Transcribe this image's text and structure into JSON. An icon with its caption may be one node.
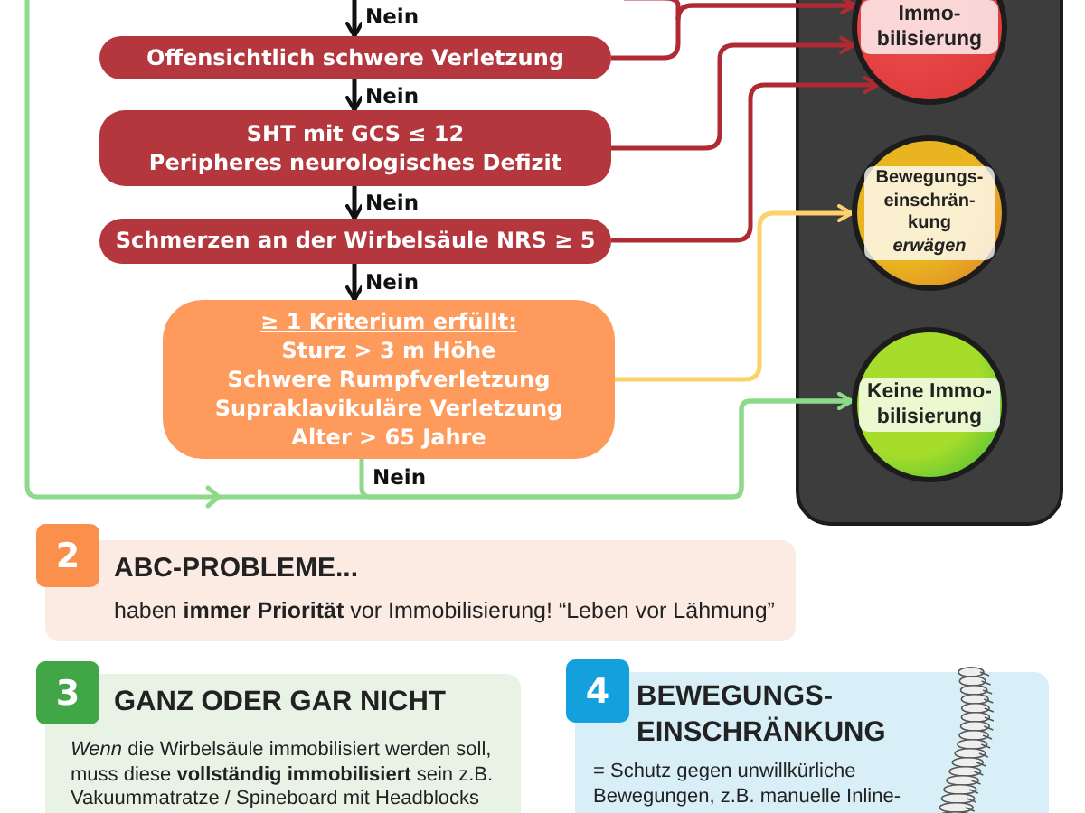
{
  "diagram": {
    "nodes": [
      {
        "text": [
          "Offensichtlich schwere Verletzung"
        ]
      },
      {
        "text": [
          "SHT mit GCS ≤ 12",
          "Peripheres neurologisches Defizit"
        ]
      },
      {
        "text": [
          "Schmerzen an der Wirbelsäule NRS ≥ 5"
        ]
      },
      {
        "text": [
          "≥ 1 Kriterium erfüllt:",
          "Sturz > 3 m Höhe",
          "Schwere Rumpfverletzung",
          "Supraklavikuläre Verletzung",
          "Alter > 65 Jahre"
        ]
      },
      {
        "text": [
          "Immo- bilisierung"
        ]
      },
      {
        "text": [
          "Bewegungs- einschrän- kung *erwägen*"
        ]
      },
      {
        "text": [
          "Keine Immo- bilisierung"
        ]
      },
      {
        "text": [
          "2",
          "ABC-PROBLEME...",
          "haben **immer Priorität** vor Immobilisierung! “Leben vor Lähmung”"
        ]
      },
      {
        "text": [
          "3",
          "GANZ ODER GAR NICHT",
          "*Wenn* die Wirbelsäule immobilisiert werden soll, muss diese **vollständig immobilisiert** sein z.B. Vakuummatratze / Spineboard mit Headblocks"
        ]
      },
      {
        "text": [
          "4",
          "BEWEGUNGS- EINSCHRÄNKUNG",
          "= Schutz gegen unwillkürliche Bewegungen, z.B. manuelle Inline-"
        ]
      }
    ],
    "edges": [
      {
        "from": null,
        "to": 0,
        "arrow": "to",
        "label": "Nein"
      },
      {
        "from": 0,
        "to": 1,
        "arrow": "to",
        "label": "Nein"
      },
      {
        "from": 1,
        "to": 2,
        "arrow": "to",
        "label": "Nein"
      },
      {
        "from": 2,
        "to": 3,
        "arrow": "to",
        "label": "Nein"
      },
      {
        "from": null,
        "to": 4,
        "arrow": "to",
        "color": "#b02a34"
      },
      {
        "from": 0,
        "to": 4,
        "arrow": "to",
        "color": "#b02a34"
      },
      {
        "from": 1,
        "to": 4,
        "arrow": "to",
        "color": "#b02a34"
      },
      {
        "from": 2,
        "to": 4,
        "arrow": "to",
        "color": "#b02a34"
      },
      {
        "from": 3,
        "to": 5,
        "arrow": "to",
        "color": "#fcd26a"
      },
      {
        "from": 3,
        "to": 6,
        "arrow": "to",
        "color": "#8fd98a",
        "label": "Nein"
      },
      {
        "from": null,
        "to": 6,
        "arrow": "to",
        "color": "#8fd98a"
      }
    ]
  }
}
